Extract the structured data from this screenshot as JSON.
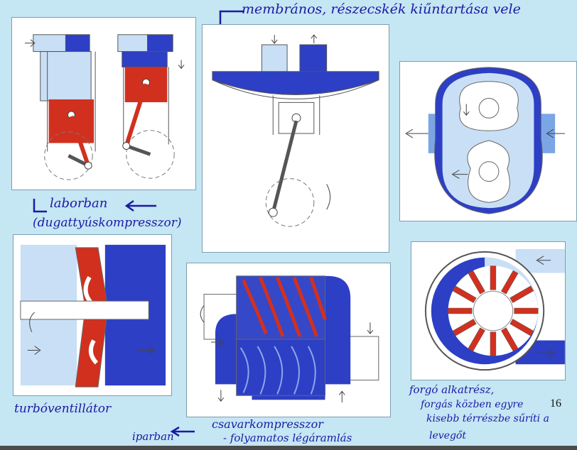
{
  "annotations": {
    "top": "membrános, részecskék kiűntartása vele",
    "left_mid_1": "laborban",
    "left_mid_2": "(dugattyúskompresszor)",
    "bottom_left": "turbóventillátor",
    "bottom_mid_1": "csavarkompresszor",
    "bottom_mid_2": "- folyamatos légáramlás",
    "bottom_ipar": "iparban",
    "bottom_right_1": "forgó alkatrész,",
    "bottom_right_2": "forgás közben egyre",
    "bottom_right_3": "kisebb térrészbe sűríti a",
    "bottom_right_4": "levegőt"
  },
  "page_number": "16",
  "colors": {
    "background": "#c5e6f3",
    "compressed_blue": "#2d3fc4",
    "intake_blue": "#c9dff5",
    "mid_blue": "#7aa6e6",
    "red": "#d2301f",
    "ink": "#1a1aa6"
  },
  "icons": {
    "annotation_arrows": "arrow-left-icon",
    "flow_arrows": "flow-arrow-icon"
  }
}
